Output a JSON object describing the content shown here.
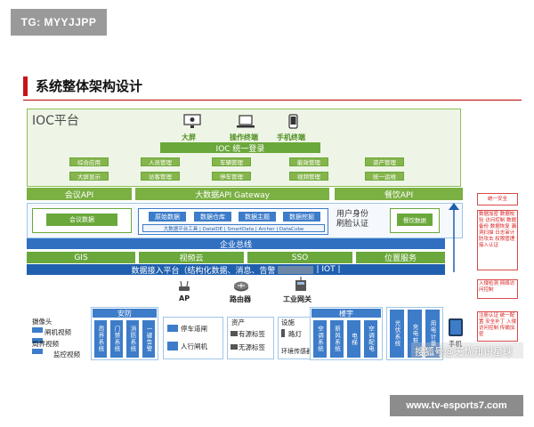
{
  "tag": "TG: MYYJJPP",
  "title": "系统整体架构设计",
  "ioc": {
    "title": "IOC平台",
    "devices": [
      "大屏",
      "操作终端",
      "手机终端"
    ],
    "login": "IOC 统一登录",
    "modules_top": [
      "综合应用",
      "人员管理",
      "车辆管理",
      "能效管理",
      "资产管理"
    ],
    "modules_bottom": [
      "大屏显示",
      "访客管理",
      "停车管理",
      "视频管理",
      "统一运维"
    ]
  },
  "api_row": {
    "left": "会议API",
    "center": "大数据API Gateway",
    "right": "餐饮API"
  },
  "mid": {
    "left_box": "会议数据",
    "data_cells": [
      "原始数据",
      "数据仓库",
      "数据主题",
      "数据挖掘"
    ],
    "tools": "大数据平台工具 | DataIDE | SmartData | Archer | DataCube",
    "auth_line1": "用户身份",
    "auth_line2": "刷脸认证",
    "right_box": "餐饮数据"
  },
  "bus": "企业总线",
  "services": [
    "GIS",
    "视频云",
    "SSO",
    "位置服务"
  ],
  "access": "数据接入平台（结构化数据、消息、告警",
  "access_suffix": "| IOT |",
  "network": [
    {
      "label": "AP"
    },
    {
      "label": "路由器"
    },
    {
      "label": "工业网关"
    }
  ],
  "cameras": {
    "title": "摄像头",
    "items": [
      "闸机视频",
      "周界视频",
      "监控视频"
    ]
  },
  "security": {
    "title": "安防",
    "items": [
      "周界系统",
      "门禁系统",
      "消防系统",
      "一键告警"
    ]
  },
  "parking": [
    "停车道闸",
    "人行闸机"
  ],
  "assets": {
    "title": "资产",
    "items": [
      "有源标签",
      "无源标签"
    ]
  },
  "facilities": {
    "title": "设施",
    "items": [
      "路灯",
      "环境传感器"
    ]
  },
  "building": {
    "title": "楼宇",
    "items": [
      "空调系统",
      "新风系统",
      "电梯",
      "空调配电"
    ]
  },
  "energy": [
    "光伏系统",
    "充电桩",
    "用电计量"
  ],
  "phone": "手机",
  "side_notes": [
    "统一安全",
    "数据加密 数据校验 访问控制 数据备份 数据恢复 漏洞扫描 日志审计 防攻击 权限管理 接入认证",
    "入侵检测 网络访问控制",
    "注册认证 统一配置 安全补丁 入侵访问控制 传输加密"
  ],
  "watermark": "搜狐号@无忧知识星球",
  "url_tag": "www.tv-esports7.com"
}
